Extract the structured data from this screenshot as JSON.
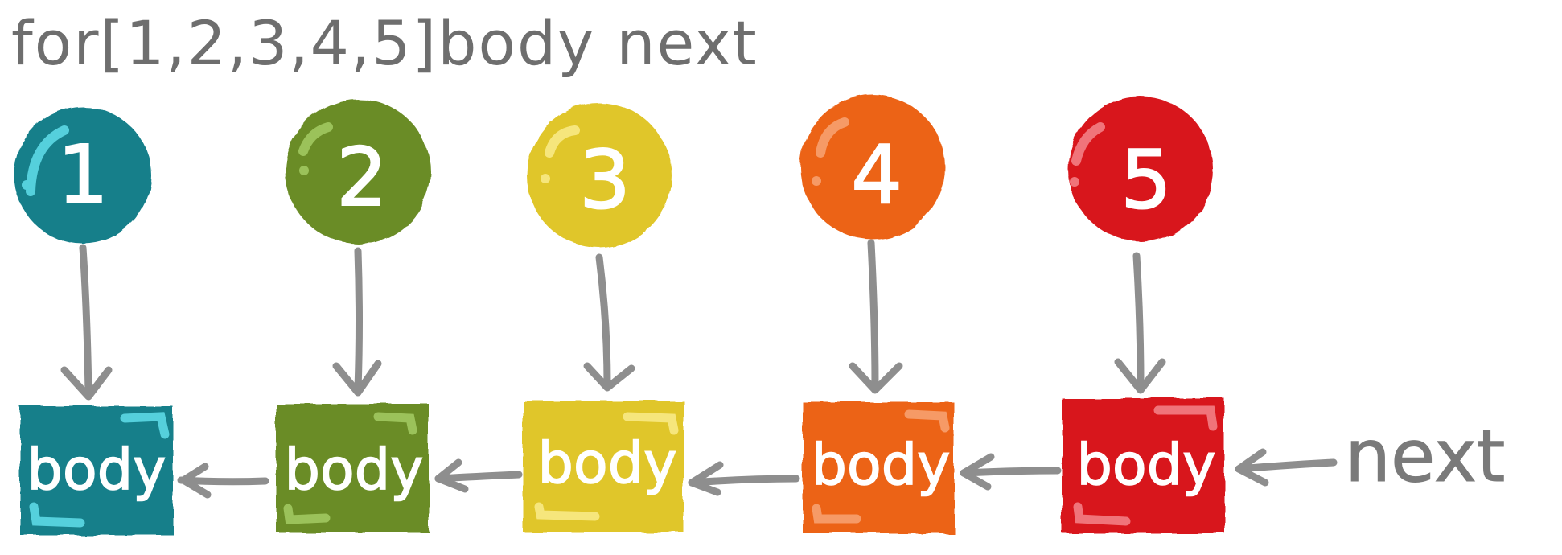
{
  "title": {
    "text": "for[1,2,3,4,5]body next",
    "color": "#6e6e6e"
  },
  "arrow_color": "#8e8e8e",
  "items": [
    {
      "number": "1",
      "body_label": "body",
      "color": "#127f8a",
      "highlight": "#55d0dc"
    },
    {
      "number": "2",
      "body_label": "body",
      "color": "#6a8c27",
      "highlight": "#9bc25a"
    },
    {
      "number": "3",
      "body_label": "body",
      "color": "#e0c62b",
      "highlight": "#f6e67c"
    },
    {
      "number": "4",
      "body_label": "body",
      "color": "#ec6417",
      "highlight": "#f69a66"
    },
    {
      "number": "5",
      "body_label": "body",
      "color": "#d8181f",
      "highlight": "#f0747a"
    }
  ],
  "next_label": "next"
}
